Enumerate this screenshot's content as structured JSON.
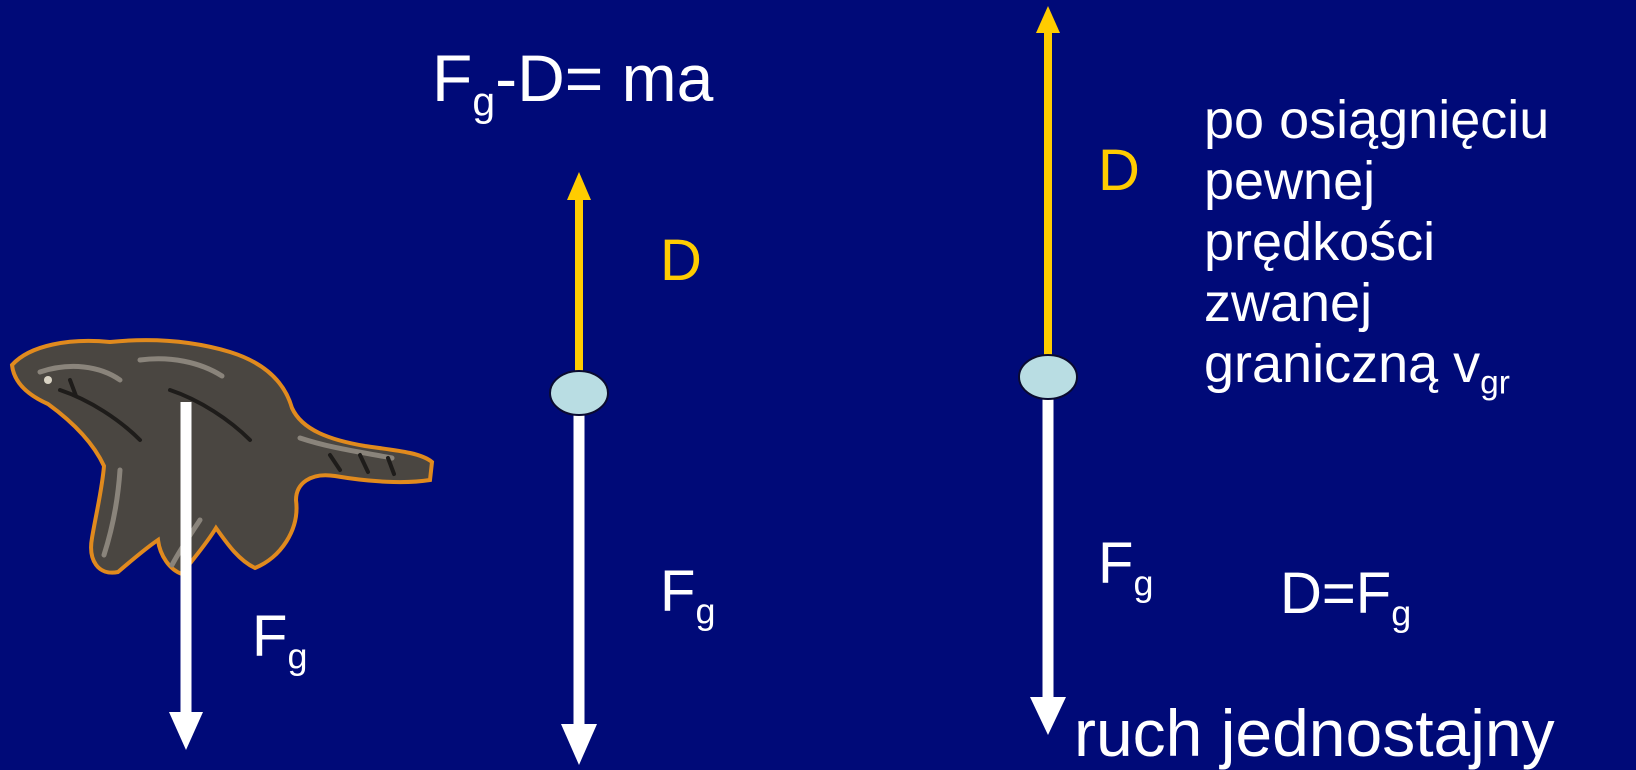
{
  "equation_top": {
    "main": "F",
    "sub": "g",
    "rest": "-D= ma"
  },
  "panel1": {
    "fg_label": {
      "main": "F",
      "sub": "g"
    }
  },
  "panel2": {
    "d_label": "D",
    "fg_label": {
      "main": "F",
      "sub": "g"
    }
  },
  "panel3": {
    "d_label": "D",
    "fg_label": {
      "main": "F",
      "sub": "g"
    }
  },
  "caption_lines": [
    "po osiągnięciu",
    "pewnej",
    "prędkości",
    "zwanej"
  ],
  "caption_last": {
    "main": "graniczną v",
    "sub": "gr"
  },
  "equilibrium": {
    "main": "D=F",
    "sub": "g"
  },
  "motion_label": "ruch jednostajny",
  "colors": {
    "background": "#000a78",
    "drag_arrow": "#ffcc00",
    "gravity_arrow": "#ffffff",
    "body_dot": "#b9dde3"
  },
  "icons": [
    "falling-cat-illustration"
  ]
}
